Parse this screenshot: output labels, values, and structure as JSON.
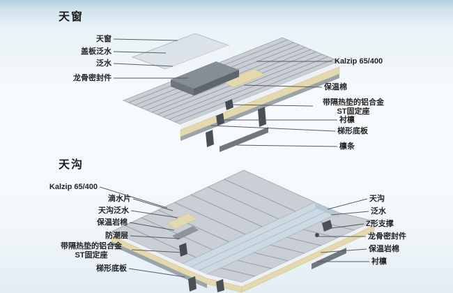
{
  "sections": [
    {
      "title": "天窗",
      "labels_left": [
        "天窗",
        "盖板泛水",
        "泛水",
        "龙骨密封件"
      ],
      "labels_right": [
        "Kalzip 65/400",
        "保温棉",
        "带隔热垫的铝合金\nST固定座",
        "衬檩",
        "梯形底板",
        "檩条"
      ]
    },
    {
      "title": "天沟",
      "labels_left": [
        "Kalzip 65/400",
        "滴水片",
        "天沟泛水",
        "保温岩棉",
        "防潮层",
        "带隔热垫的铝合金\nST固定座",
        "梯形底板"
      ],
      "labels_right": [
        "天沟",
        "泛水",
        "Z形支撑",
        "龙骨密封件",
        "保温岩棉",
        "衬檩"
      ]
    }
  ],
  "colors": {
    "roof_metal": "#c9cfd5",
    "rib_line": "#99a1a8",
    "insulation": "#e4d9ad",
    "deck": "#9ba4ac",
    "gutter": "#cdd9e2",
    "dark_part": "#4a5056",
    "leader_line": "#5a5a5a"
  }
}
